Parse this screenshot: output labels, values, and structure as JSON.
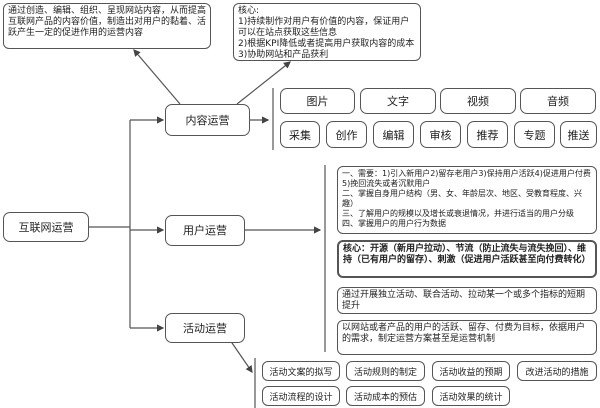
{
  "root": "互联网运营",
  "content": {
    "label": "内容运营",
    "desc": "通过创造、编辑、组织、呈现网站内容，从而提高互联网产品的内容价值，制造出对用户的黏着、活跃产生一定的促进作用的运营内容",
    "core": [
      "核心:",
      "1)持续制作对用户有价值的内容，保证用户可以在站点获取这些信息",
      "2)根据KPI降低或者提高用户获取内容的成本",
      "3)协助网站和产品获利"
    ],
    "types": [
      "图片",
      "文字",
      "视频",
      "音频"
    ],
    "actions": [
      "采集",
      "创作",
      "编辑",
      "审核",
      "推荐",
      "专题",
      "推送"
    ]
  },
  "user": {
    "label": "用户运营",
    "needs": [
      "一、需要：1)引入新用户2)留存老用户3)保持用户活跃4)促进用户付费5)挽回流失或者沉默用户",
      "二、掌握自身用户结构（男、女、年龄层次、地区、受教育程度、兴趣）",
      "三、了解用户的规模以及增长或衰退情况，并进行适当的用户分级",
      "四、掌握用户的用户行为数据"
    ],
    "core": "核心：开源（新用户拉动）、节流（防止流失与流失挽回）、维持（已有用户的留存）、刺激（促进用户活跃甚至向付费转化）"
  },
  "activity": {
    "label": "活动运营",
    "desc1": "通过开展独立活动、联合活动、拉动某一个或多个指标的短期提升",
    "desc2": "以网站或者产品的用户的活跃、留存、付费为目标，依据用户的需求，制定运营方案甚至是运营机制",
    "tasks": [
      "活动文案的拟写",
      "活动规则的制定",
      "活动收益的预期",
      "改进活动的措施",
      "活动流程的设计",
      "活动成本的预估",
      "活动效果的统计"
    ]
  }
}
